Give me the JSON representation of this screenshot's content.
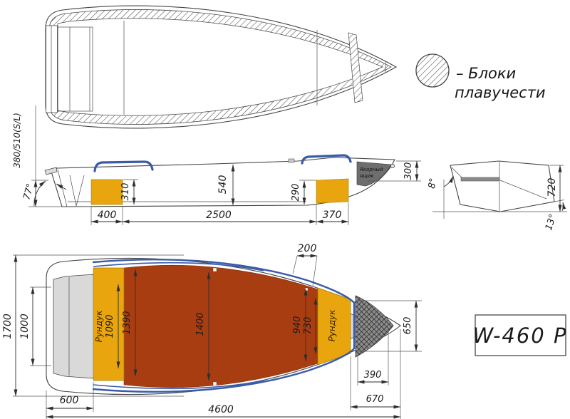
{
  "legend": {
    "line1": "– Блоки",
    "line2": "плавучести"
  },
  "model": {
    "label": "W-460 P"
  },
  "side_view": {
    "transom_height": "380/510(S/L)",
    "transom_angle": "77°",
    "stern_block_height": "310",
    "depth_mid": "540",
    "bow_block_height": "290",
    "bow_height": "300",
    "stern_block_length": "400",
    "cockpit_length": "2500",
    "bow_block_length": "370",
    "anchor_line1": "Якорный",
    "anchor_line2": "ящик"
  },
  "section_view": {
    "heel_angle": "8°",
    "height": "720",
    "deadrise": "13°"
  },
  "bottom_view": {
    "beam": "1700",
    "transom_width": "1000",
    "stern_locker": "Рундук",
    "stern_locker_length": "1090",
    "floor_aft": "1390",
    "floor_mid": "1400",
    "side_width": "200",
    "floor_fwd": "940",
    "bow_inner": "730",
    "bow_locker": "Рундук",
    "bow_bulkhead": "650",
    "bow_locker_len": "390",
    "bow_section": "670",
    "stern_section": "600",
    "length": "4600"
  },
  "colors": {
    "hull_fill": "#dcdcdc",
    "deck_fill": "#d9d9d9",
    "buoyancy_yellow": "#e9a50d",
    "floor_red": "#a93d12",
    "rail_blue": "#3a5ba8",
    "anchor_gray": "#6e6e6e",
    "bench_gray": "#8a8a8a"
  }
}
